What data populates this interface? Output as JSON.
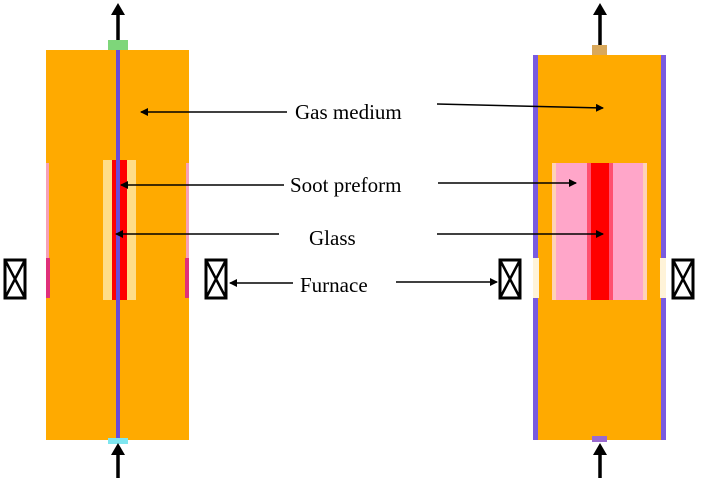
{
  "labels": {
    "gas_medium": "Gas medium",
    "soot_preform": "Soot preform",
    "glass": "Glass",
    "furnace": "Furnace"
  },
  "colors": {
    "gas": "#FFAA00",
    "glass": "#FF0000",
    "soot": "#FFA6C9",
    "rod": "#6A4BD8",
    "furnace_band": "#E0307A",
    "tip_top": "#7ED67A",
    "tip_bottom": "#7FE6F0",
    "furnace_coil": "#000000",
    "arrow": "#000000"
  },
  "icons": {
    "furnace": "boxed-x-coil-icon",
    "flow_arrow": "up-arrow-icon"
  }
}
